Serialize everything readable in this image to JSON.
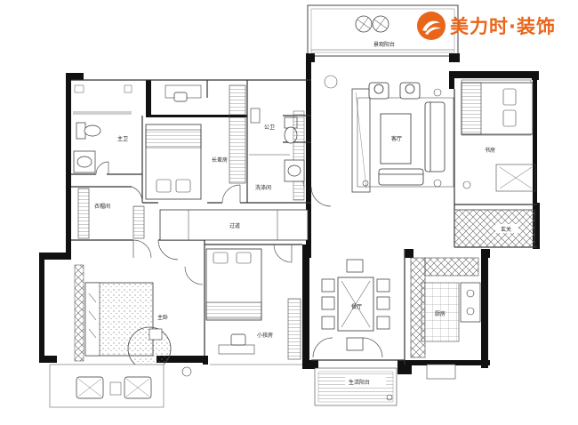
{
  "brand": {
    "name": "美力时·装饰",
    "color": "#e8651a",
    "logo_icon": "brand-logo-icon"
  },
  "rooms": {
    "landscape_balcony": "景观阳台",
    "living_room": "客厅",
    "study": "书房",
    "entrance": "玄关",
    "master_bath": "主卫",
    "second_bedroom": "长辈房",
    "public_bath": "公卫",
    "laundry": "洗涤间",
    "cloakroom": "衣帽间",
    "corridor": "过道",
    "master_bedroom": "主卧",
    "small_bedroom": "小孩房",
    "dining_room": "餐厅",
    "kitchen": "厨房",
    "service_balcony": "生活阳台"
  }
}
